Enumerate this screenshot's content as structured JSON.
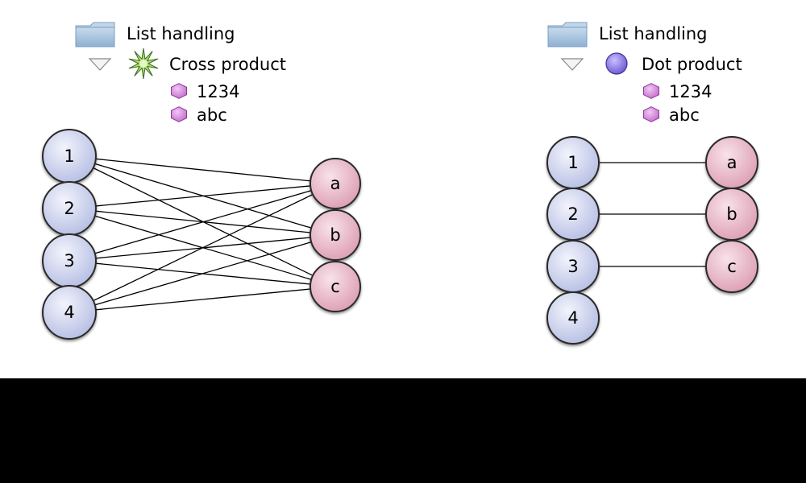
{
  "panels": [
    {
      "folder": {
        "label": "List handling",
        "icon": "folder-icon"
      },
      "operation": {
        "label": "Cross product",
        "icon": "starburst-icon",
        "icon_color": "#a8e06a",
        "expander_icon": "disclosure-triangle-icon"
      },
      "inputs": [
        {
          "label": "1234",
          "icon": "port-hexagon-icon"
        },
        {
          "label": "abc",
          "icon": "port-hexagon-icon"
        }
      ],
      "left_nodes": [
        "1",
        "2",
        "3",
        "4"
      ],
      "right_nodes": [
        "a",
        "b",
        "c"
      ],
      "connections": [
        [
          0,
          0
        ],
        [
          0,
          1
        ],
        [
          0,
          2
        ],
        [
          1,
          0
        ],
        [
          1,
          1
        ],
        [
          1,
          2
        ],
        [
          2,
          0
        ],
        [
          2,
          1
        ],
        [
          2,
          2
        ],
        [
          3,
          0
        ],
        [
          3,
          1
        ],
        [
          3,
          2
        ]
      ]
    },
    {
      "folder": {
        "label": "List handling",
        "icon": "folder-icon"
      },
      "operation": {
        "label": "Dot product",
        "icon": "purple-circle-icon",
        "icon_color": "#8c7be0",
        "expander_icon": "disclosure-triangle-icon"
      },
      "inputs": [
        {
          "label": "1234",
          "icon": "port-hexagon-icon"
        },
        {
          "label": "abc",
          "icon": "port-hexagon-icon"
        }
      ],
      "left_nodes": [
        "1",
        "2",
        "3",
        "4"
      ],
      "right_nodes": [
        "a",
        "b",
        "c"
      ],
      "connections": [
        [
          0,
          0
        ],
        [
          1,
          1
        ],
        [
          2,
          2
        ]
      ]
    }
  ],
  "colors": {
    "number_node_fill": "#cdd3ef",
    "letter_node_fill": "#eab5c6",
    "port_fill": "#d98ae0",
    "folder_fill": "#a9c4df",
    "edge": "#000000"
  }
}
